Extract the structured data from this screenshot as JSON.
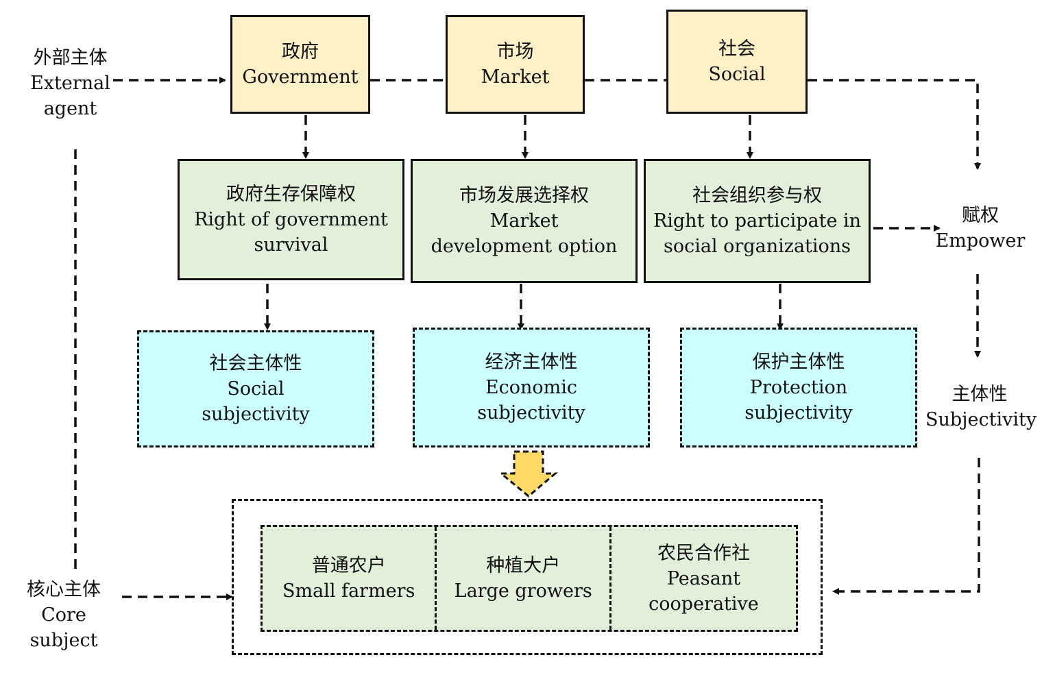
{
  "labels": {
    "external": {
      "cn": "外部主体",
      "en1": "External",
      "en2": "agent"
    },
    "core": {
      "cn": "核心主体",
      "en": "Core subject"
    },
    "empower": {
      "cn": "赋权",
      "en": "Empower"
    },
    "subjectivity": {
      "cn": "主体性",
      "en": "Subjectivity"
    }
  },
  "agents": [
    {
      "cn": "政府",
      "en": "Government"
    },
    {
      "cn": "市场",
      "en": "Market"
    },
    {
      "cn": "社会",
      "en": "Social"
    }
  ],
  "rights": [
    {
      "cn": "政府生存保障权",
      "en1": "Right of government",
      "en2": "survival"
    },
    {
      "cn": "市场发展选择权",
      "en1": "Market",
      "en2": "development option"
    },
    {
      "cn": "社会组织参与权",
      "en1": "Right to participate in",
      "en2": "social organizations"
    }
  ],
  "subjectivities": [
    {
      "cn": "社会主体性",
      "en1": "Social",
      "en2": "subjectivity"
    },
    {
      "cn": "经济主体性",
      "en1": "Economic",
      "en2": "subjectivity"
    },
    {
      "cn": "保护主体性",
      "en1": "Protection",
      "en2": "subjectivity"
    }
  ],
  "core_subjects": [
    {
      "cn": "普通农户",
      "en": "Small farmers"
    },
    {
      "cn": "种植大户",
      "en": "Large growers"
    },
    {
      "cn": "农民合作社",
      "en": "Peasant cooperative"
    }
  ],
  "colors": {
    "agent_fill": "#fdf0c6",
    "right_fill": "#e2efd9",
    "subjectivity_fill": "#ccffff",
    "core_fill": "#e2efd9",
    "big_arrow_fill": "#ffd966"
  }
}
